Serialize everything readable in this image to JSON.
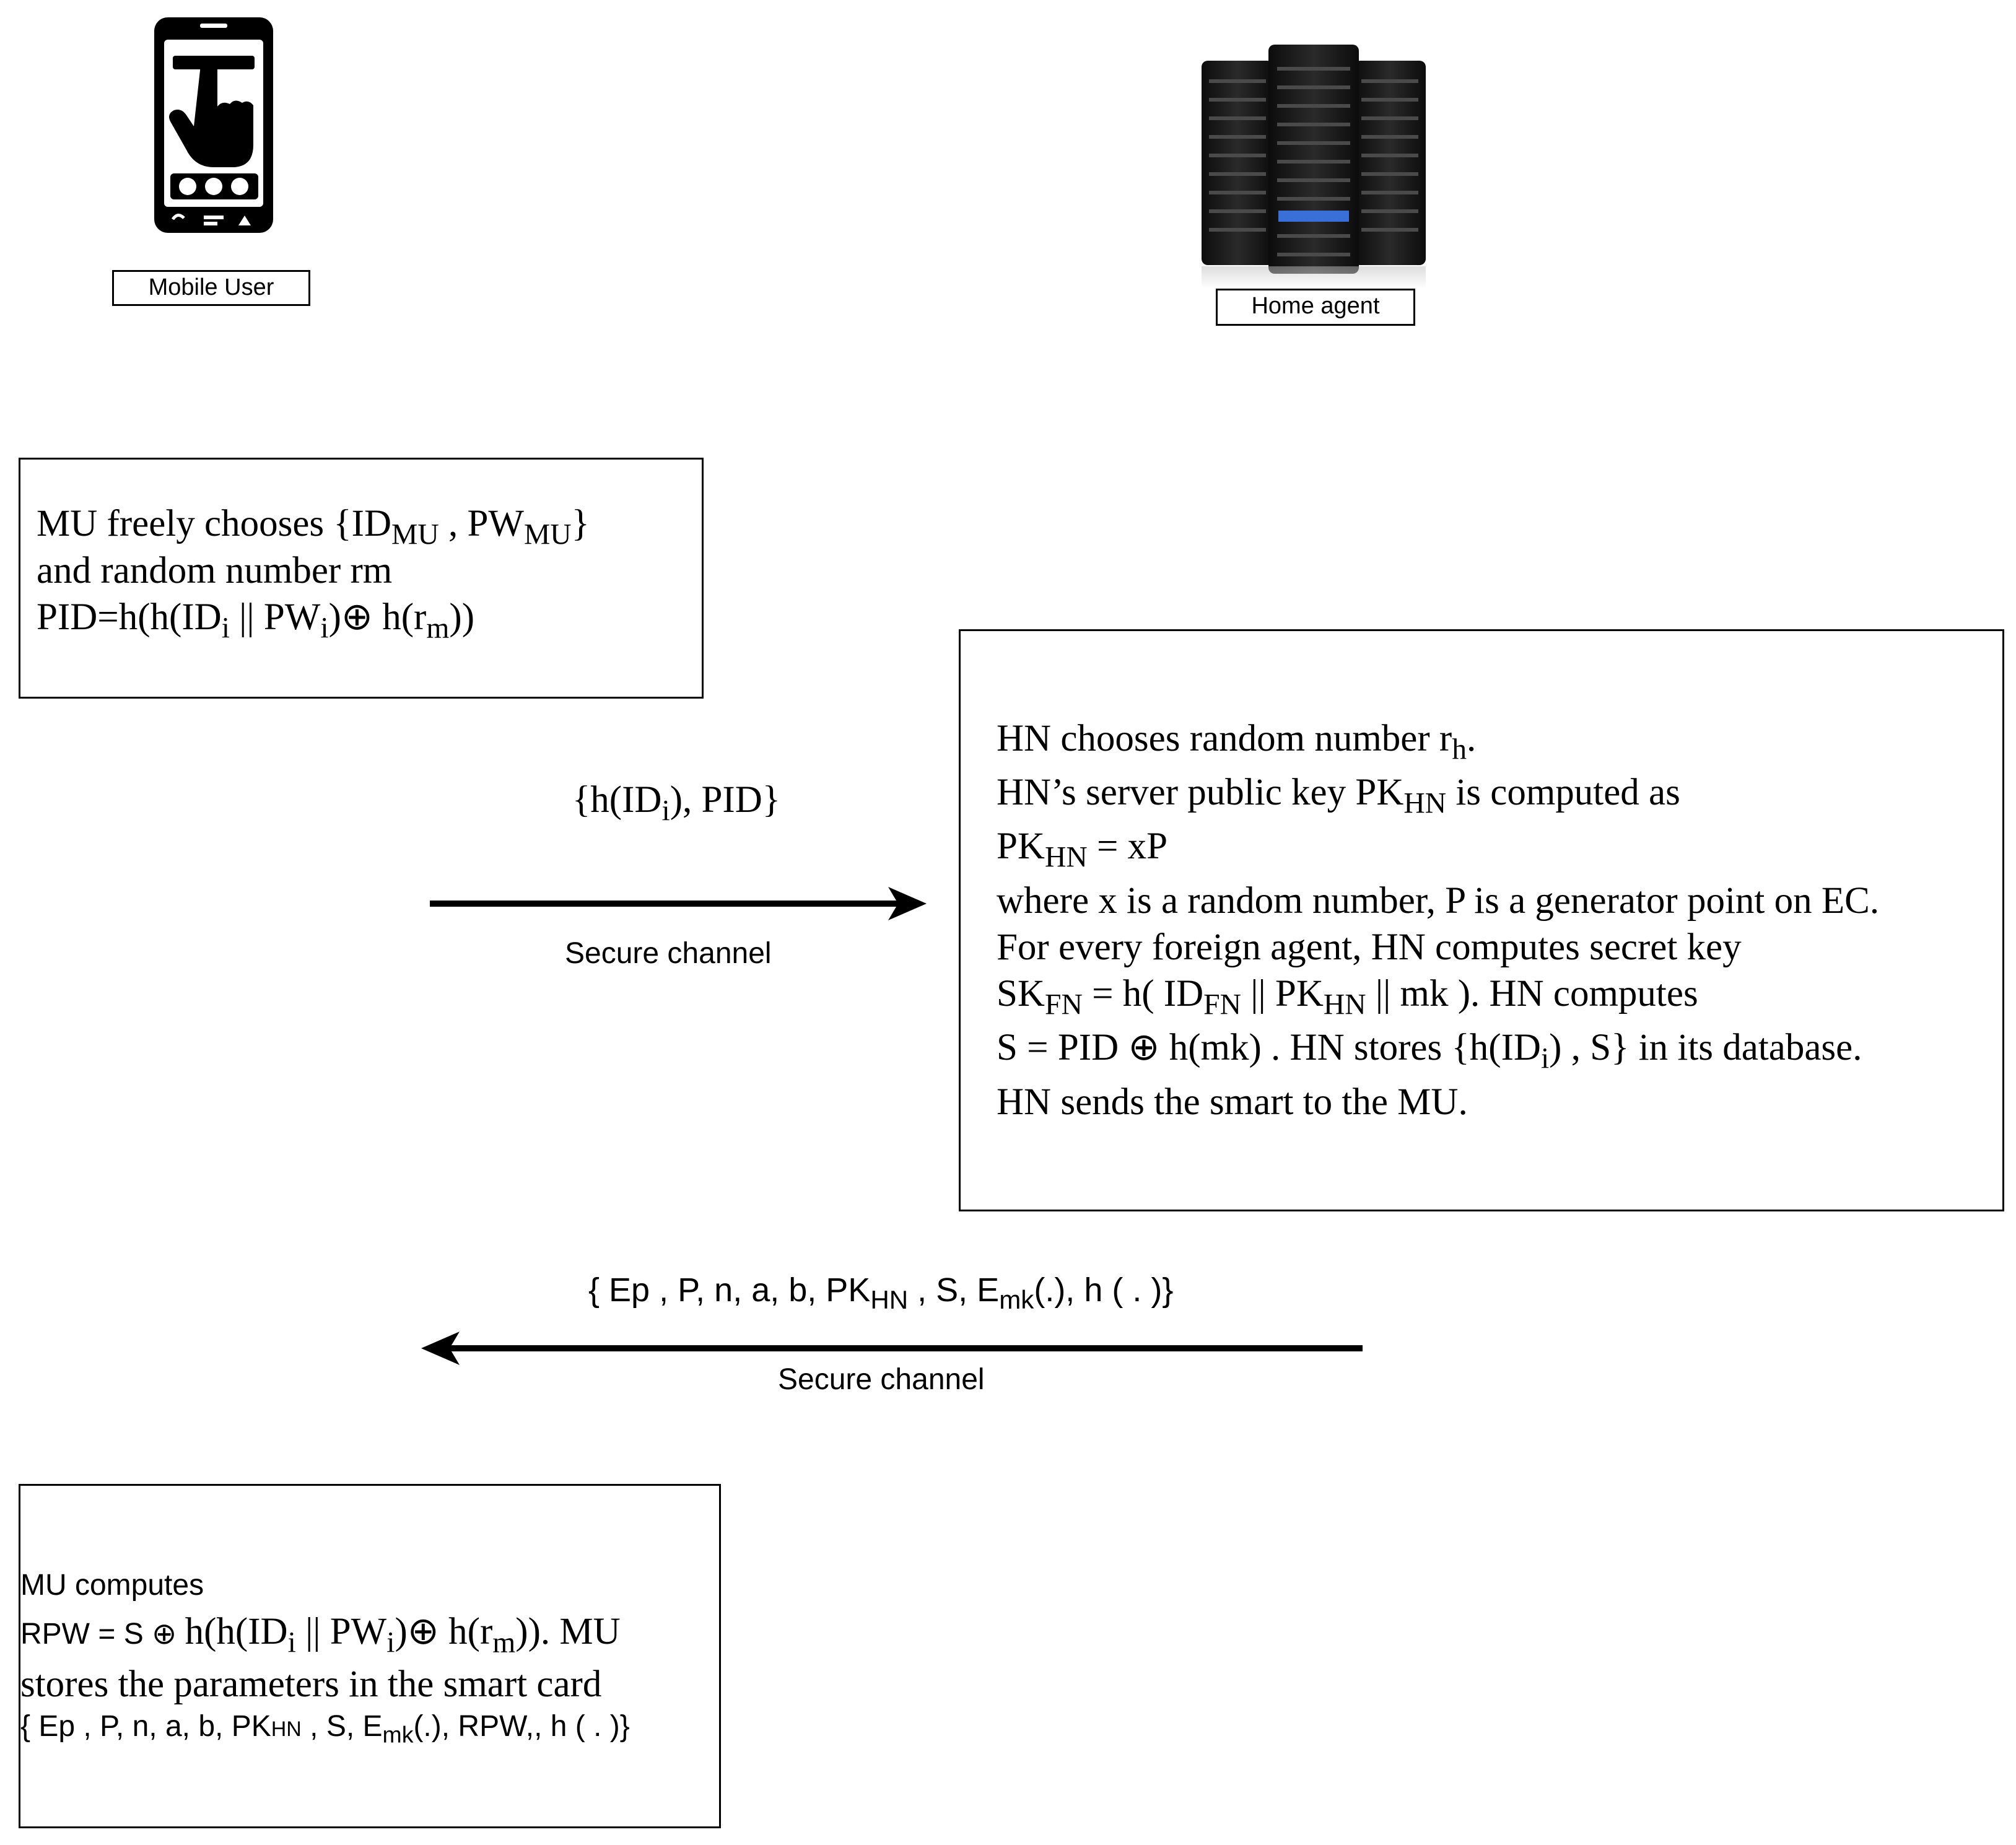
{
  "actors": {
    "mobile_user": "Mobile User",
    "home_agent": "Home agent"
  },
  "box1": {
    "l1_a": "MU freely chooses {ID",
    "l1_s1": "MU",
    "l1_b": " ,  PW",
    "l1_s2": "MU",
    "l1_c": "}",
    "l2": "and random number  rm",
    "l3_a": "PID=h(h(ID",
    "l3_s1": "i",
    "l3_b": " || PW",
    "l3_s2": "i",
    "l3_c": ")⊕ h(r",
    "l3_s3": "m",
    "l3_d": "))"
  },
  "msg1": {
    "a": "{h(ID",
    "s": "i",
    "b": "), PID}",
    "channel": "Secure channel"
  },
  "box2": {
    "l1_a": "HN chooses random number r",
    "l1_s": "h",
    "l1_b": ".",
    "l2_a": "HN’s server public key PK",
    "l2_s": "HN",
    "l2_b": " is computed as",
    "l3_a": "PK",
    "l3_s": "HN",
    "l3_b": " = xP",
    "l4": "where x is a random number, P is a generator point on EC.",
    "l5": "For every foreign agent, HN computes secret key",
    "l6_a": "SK",
    "l6_s1": "FN",
    "l6_b": " = h( ID",
    "l6_s2": "FN",
    "l6_c": " || PK",
    "l6_s3": "HN",
    "l6_d": " || mk ). HN computes",
    "l7_a": "S = PID ⊕ h(mk) . HN stores {h(ID",
    "l7_s": "i",
    "l7_b": ") , S} in its database.",
    "l8": "HN sends the smart to the MU."
  },
  "msg2": {
    "a": "{ Ep , P, n, a, b, PK",
    "s1": "HN",
    "b": " , S, E",
    "s2": "mk",
    "c": "(.), h ( . )}",
    "channel": "Secure channel"
  },
  "box3": {
    "l1": "MU computes",
    "l2_sans": "RPW = S ⊕ ",
    "l2_a": "h(h(ID",
    "l2_s1": "i",
    "l2_b": " || PW",
    "l2_s2": "i",
    "l2_c": ")⊕ h(r",
    "l2_s3": "m",
    "l2_d": ")).  MU",
    "l3": "stores the parameters in the smart card",
    "l4_a": "{ Ep , P, n, a, b, PK",
    "l4_small": "HN",
    "l4_b": " , S, E",
    "l4_s": "mk",
    "l4_c": "(.), RPW,, h ( . )}"
  },
  "colors": {
    "line": "#000000",
    "server_body": "#1a1a1a",
    "server_led": "#3a6fd8"
  }
}
